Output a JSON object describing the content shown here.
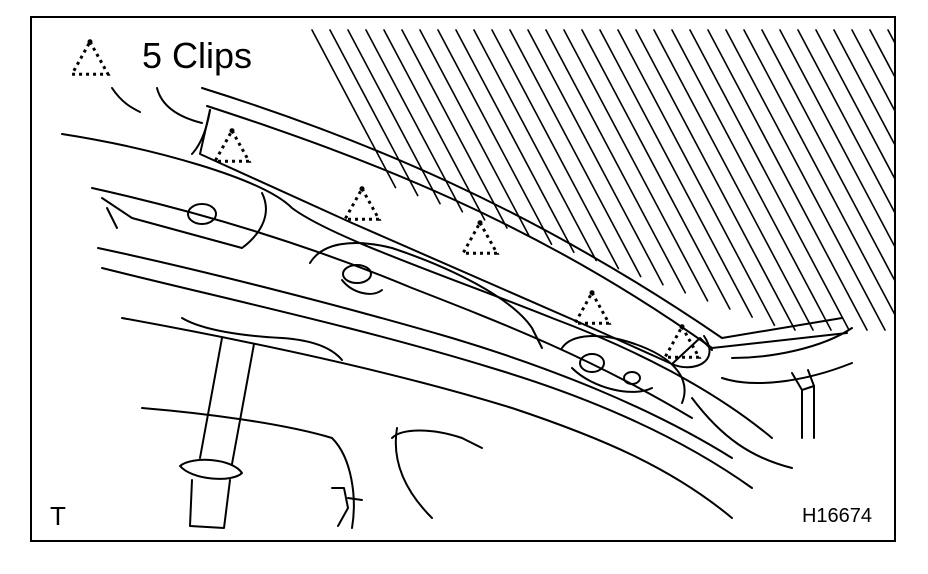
{
  "legend": {
    "icon": "dotted-triangle-icon",
    "text": "5 Clips"
  },
  "corner_mark": "T",
  "figure_id": "H16674",
  "clip_count": 5,
  "colors": {
    "line": "#000000",
    "background": "#ffffff"
  }
}
